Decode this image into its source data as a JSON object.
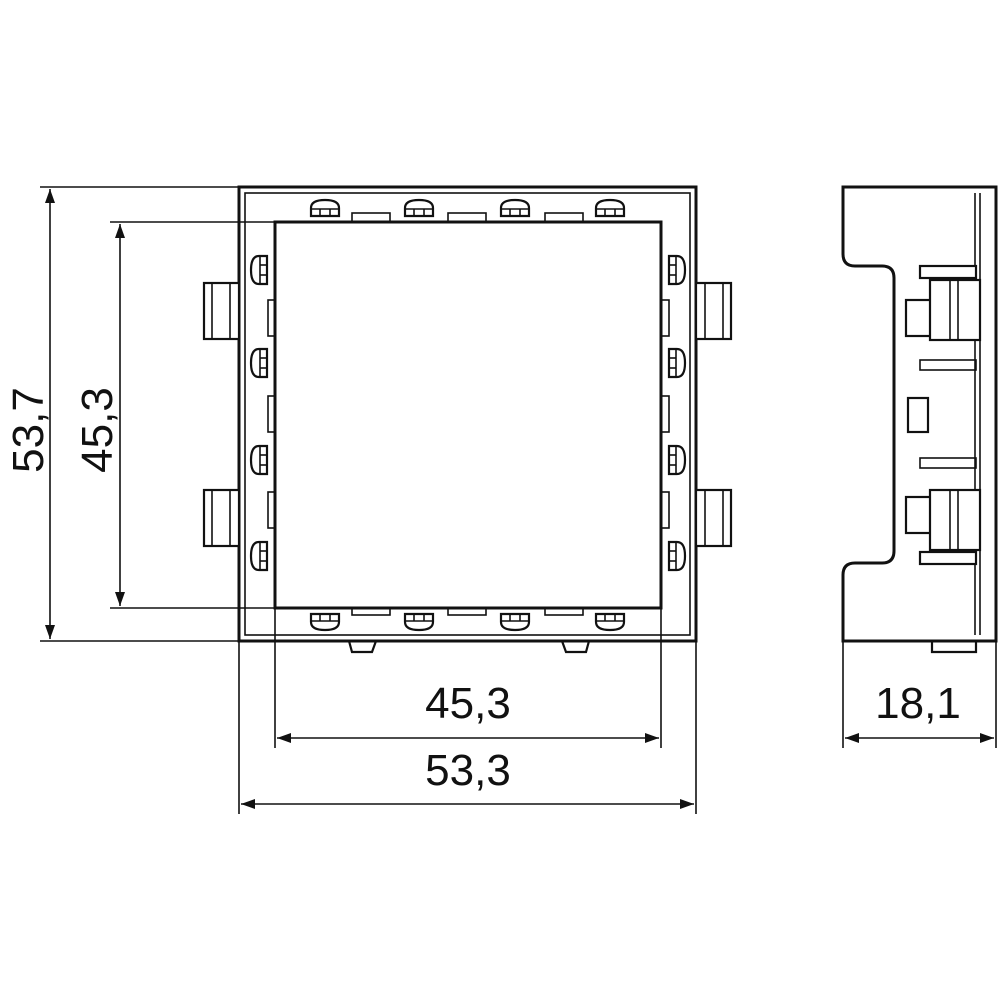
{
  "drawing": {
    "dimensions": {
      "outer_width": "53,3",
      "inner_width": "45,3",
      "outer_height": "53,7",
      "inner_height": "45,3",
      "depth": "18,1"
    },
    "colors": {
      "line": "#111111",
      "background": "#ffffff"
    }
  }
}
